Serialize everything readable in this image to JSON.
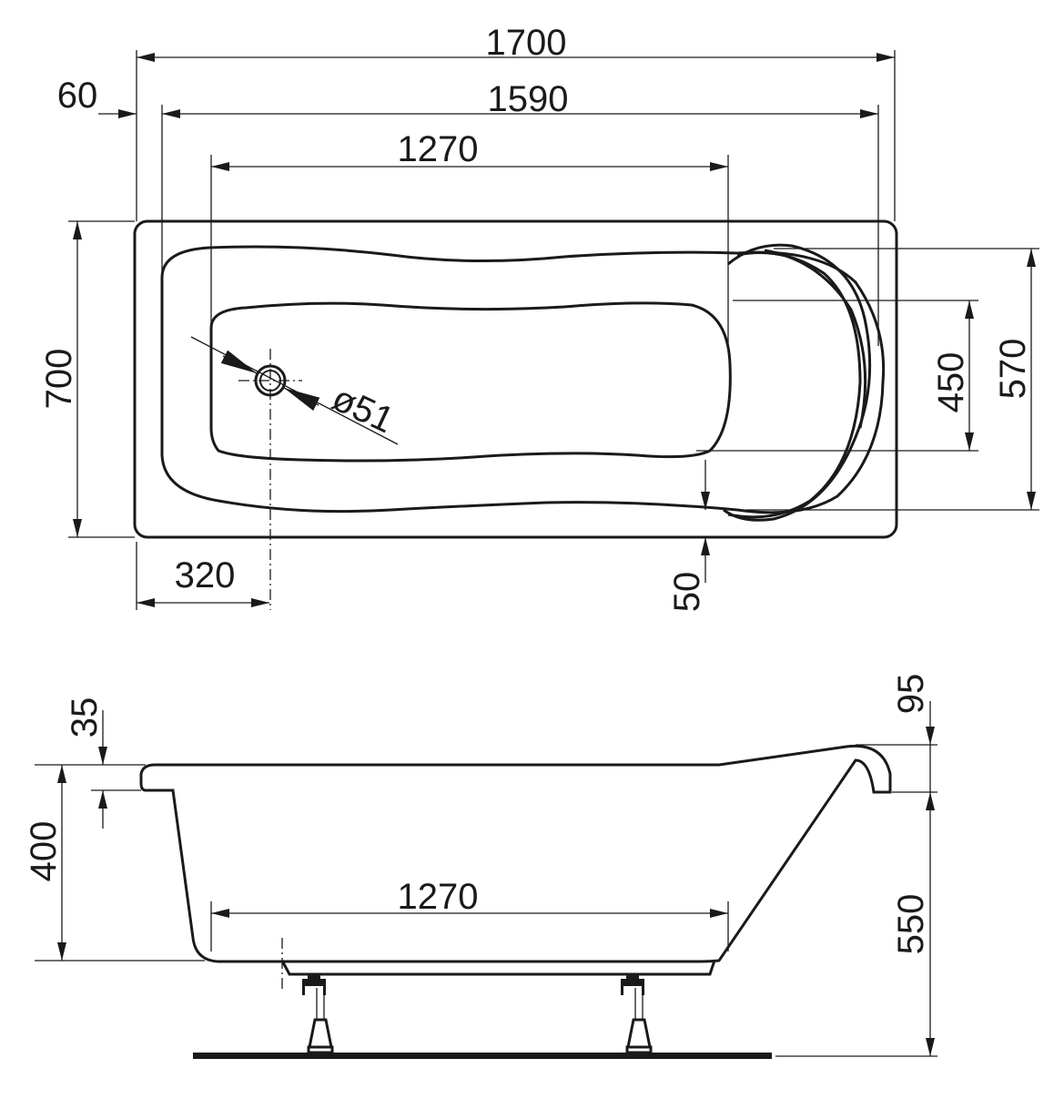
{
  "top_view": {
    "overall_length": "1700",
    "inner_length": "1590",
    "rim_offset": "60",
    "bottom_length": "1270",
    "overall_width": "700",
    "headrest_width": "570",
    "bottom_width": "450",
    "edge_offset": "50",
    "drain_offset": "320",
    "drain_diameter": "ø51"
  },
  "side_view": {
    "rim_height": "35",
    "depth": "400",
    "headrest_rise": "95",
    "total_height": "550",
    "bottom_length": "1270"
  },
  "colors": {
    "line": "#1a1a1a",
    "background": "#ffffff"
  }
}
